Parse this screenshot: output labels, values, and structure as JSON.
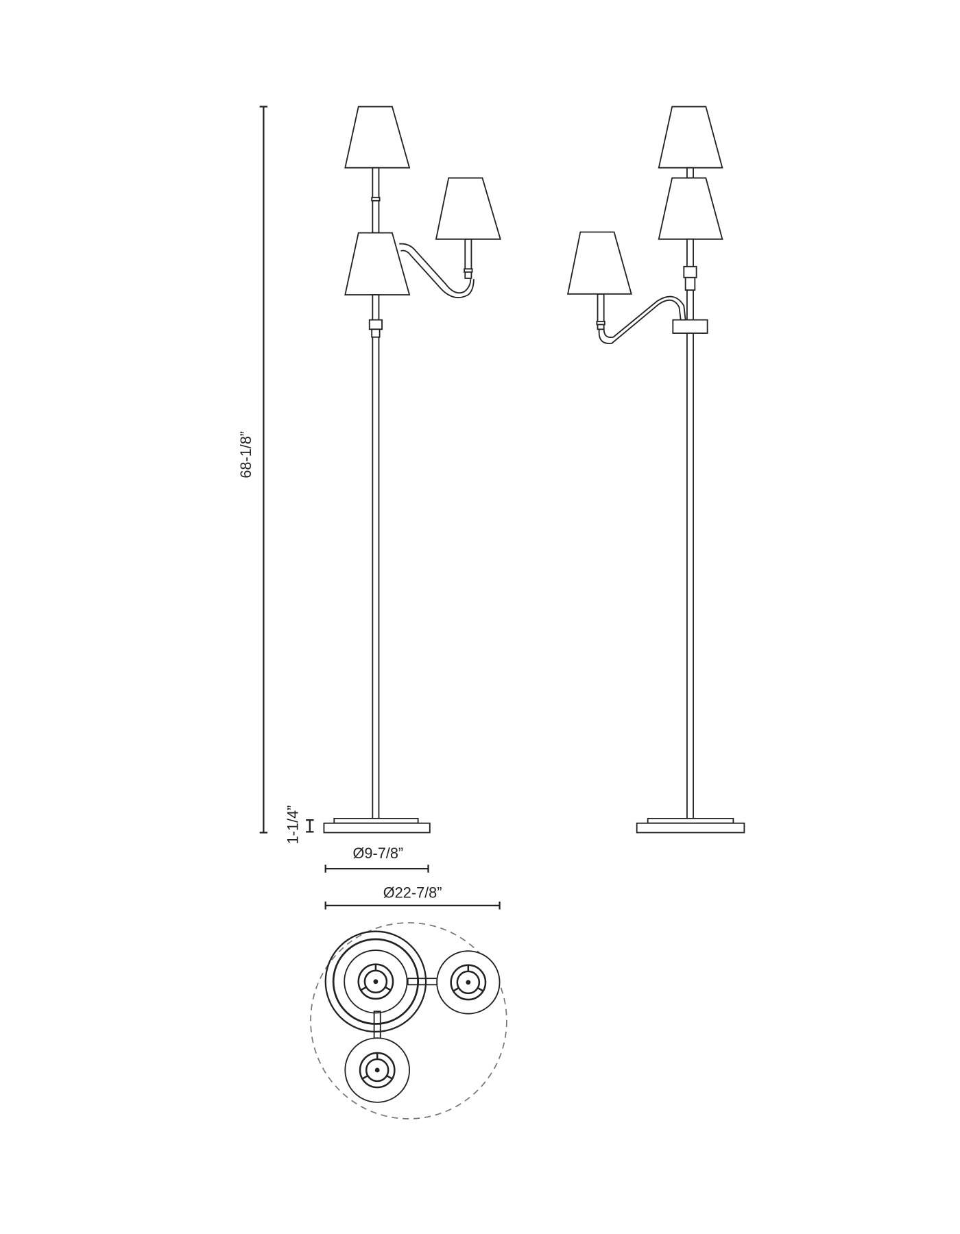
{
  "dimensions": {
    "overall_height": "68-1/8”",
    "base_height": "1-1/4”",
    "base_diameter": "Ø9-7/8”",
    "overall_diameter": "Ø22-7/8”"
  },
  "colors": {
    "line": "#222222",
    "background": "#ffffff"
  }
}
